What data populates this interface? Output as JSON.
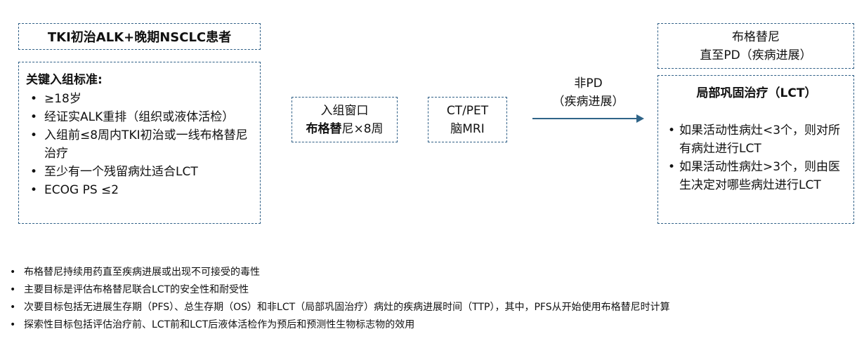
{
  "patient_box": {
    "title": "TKI初治ALK+晚期NSCLC患者"
  },
  "criteria": {
    "heading": "关键入组标准:",
    "items": [
      "≥18岁",
      "经证实ALK重排（组织或液体活检）",
      "入组前≤8周内TKI初治或一线布格替尼治疗",
      "至少有一个残留病灶适合LCT",
      "ECOG PS ≤2"
    ]
  },
  "window": {
    "line1": "入组窗口",
    "drug": "布格替",
    "rest": "尼×8周"
  },
  "scan": {
    "line1": "CT/PET",
    "line2": "脑MRI"
  },
  "arrow_label": {
    "line1": "非PD",
    "line2": "（疾病进展）"
  },
  "brigatinib": {
    "line1": "布格替尼",
    "line2": "直至PD（疾病进展）"
  },
  "lct": {
    "heading": "局部巩固治疗（LCT）",
    "items": [
      "如果活动性病灶<3个，则对所有病灶进行LCT",
      "如果活动性病灶>3个，则由医生决定对哪些病灶进行LCT"
    ]
  },
  "notes": [
    "布格替尼持续用药直至疾病进展或出现不可接受的毒性",
    "主要目标是评估布格替尼联合LCT的安全性和耐受性",
    "次要目标包括无进展生存期（PFS）、总生存期（OS）和非LCT（局部巩固治疗）病灶的疾病进展时间（TTP），其中，PFS从开始使用布格替尼时计算",
    "探索性目标包括评估治疗前、LCT前和LCT后液体活检作为预后和预测性生物标志物的效用"
  ],
  "colors": {
    "border": "#2f5f86",
    "arrow": "#2f6488"
  }
}
